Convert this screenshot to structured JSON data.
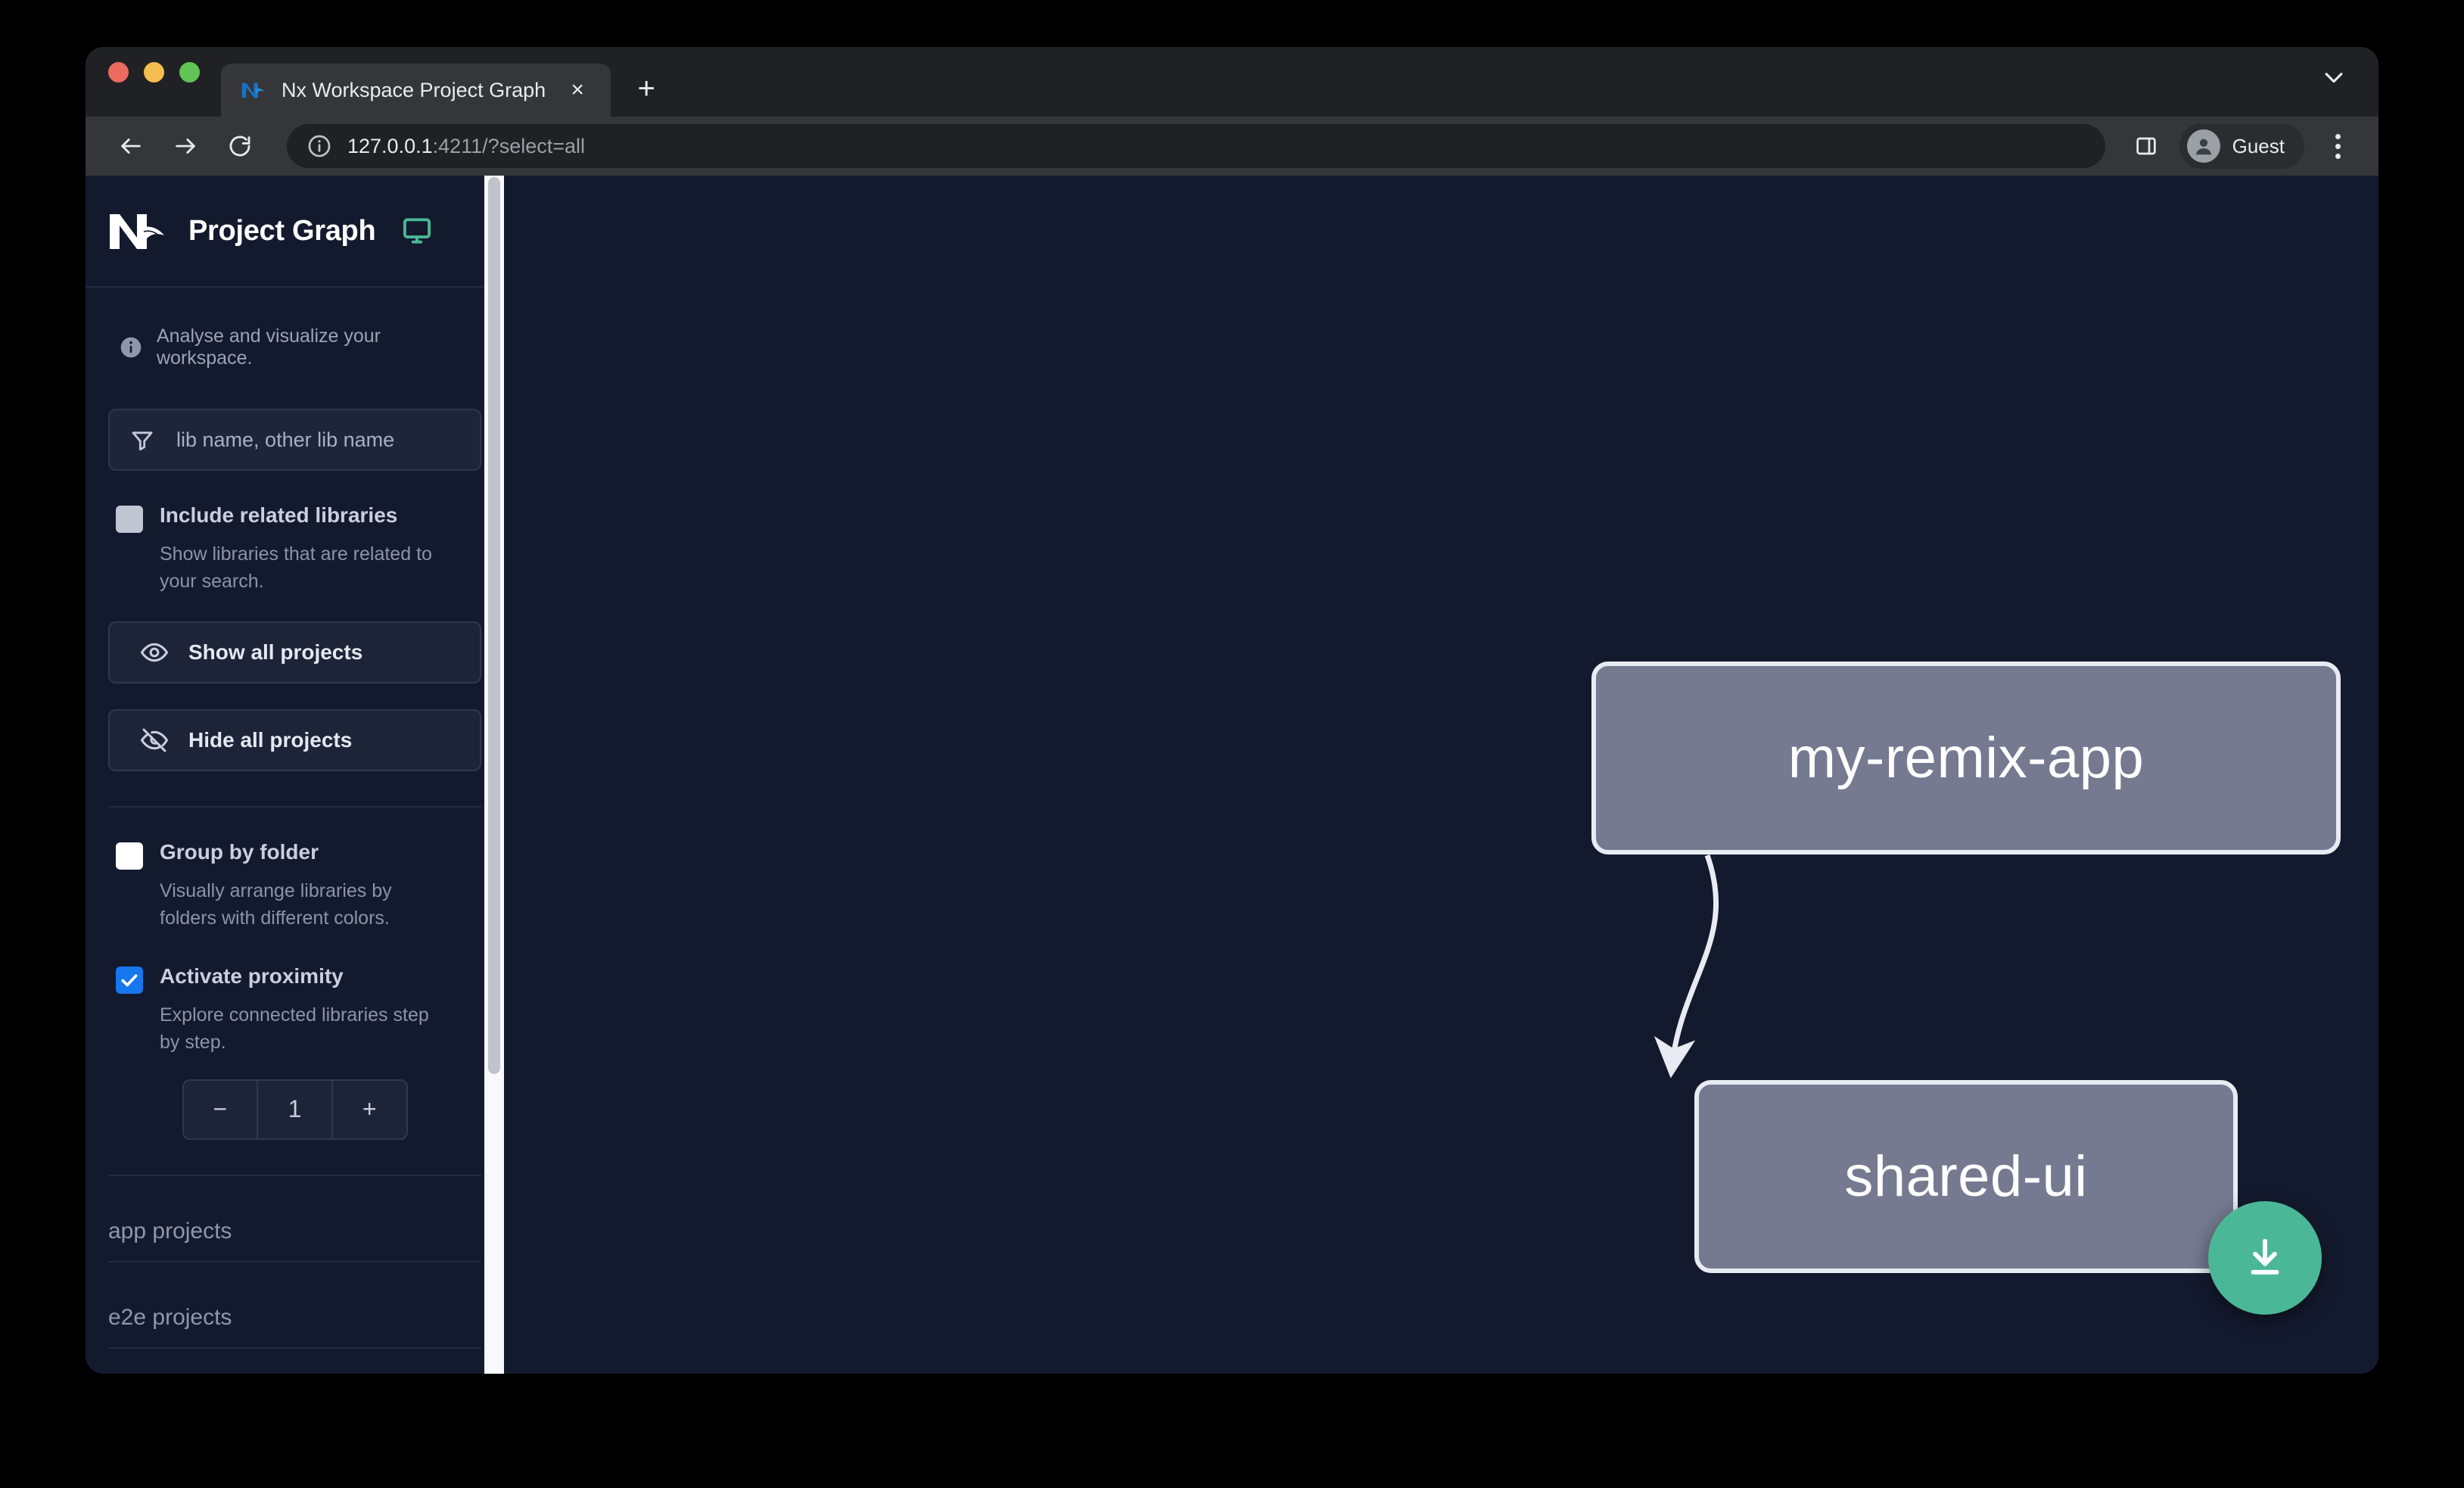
{
  "browser": {
    "tab": {
      "title": "Nx Workspace Project Graph",
      "favicon": "nx-favicon-icon",
      "close_label": "×"
    },
    "new_tab_label": "+",
    "tabstrip_chevron": "chevron-down-icon",
    "toolbar": {
      "back": "back-arrow-icon",
      "forward": "forward-arrow-icon",
      "reload": "reload-icon",
      "site_info": "info-circle-icon",
      "url_host": "127.0.0.1",
      "url_rest": ":4211/?select=all",
      "url_full": "127.0.0.1:4211/?select=all",
      "side_panel": "side-panel-icon",
      "profile_name": "Guest",
      "menu": "three-dot-menu-icon"
    }
  },
  "sidebar": {
    "logo": "nx-logo",
    "title": "Project Graph",
    "monitor_icon": "monitor-icon",
    "note": "Analyse and visualize your workspace.",
    "filter": {
      "icon": "filter-funnel-icon",
      "placeholder": "lib name, other lib name",
      "value": ""
    },
    "options": [
      {
        "label": "Include related libraries",
        "description": "Show libraries that are related to your search.",
        "checked": false,
        "checkbox_style": "grey"
      },
      {
        "label": "Group by folder",
        "description": "Visually arrange libraries by folders with different colors.",
        "checked": false,
        "checkbox_style": "white"
      },
      {
        "label": "Activate proximity",
        "description": "Explore connected libraries step by step.",
        "checked": true,
        "checkbox_style": "blue"
      }
    ],
    "buttons": [
      {
        "label": "Show all projects",
        "icon": "eye-icon"
      },
      {
        "label": "Hide all projects",
        "icon": "eye-off-icon"
      }
    ],
    "stepper": {
      "decrement": "−",
      "value": "1",
      "increment": "+"
    },
    "project_sections": [
      {
        "label": "app projects"
      },
      {
        "label": "e2e projects"
      }
    ]
  },
  "graph": {
    "nodes": [
      {
        "id": "my-remix-app",
        "label": "my-remix-app"
      },
      {
        "id": "shared-ui",
        "label": "shared-ui"
      }
    ],
    "edges": [
      {
        "from": "my-remix-app",
        "to": "shared-ui"
      }
    ],
    "download_button": {
      "icon": "download-icon",
      "color": "#4ab896"
    }
  },
  "colors": {
    "app_background": "#141a2e",
    "node_fill": "#767a90",
    "node_border": "#e9ebf2",
    "accent_green": "#4ab896",
    "checkbox_blue": "#1677ef"
  }
}
